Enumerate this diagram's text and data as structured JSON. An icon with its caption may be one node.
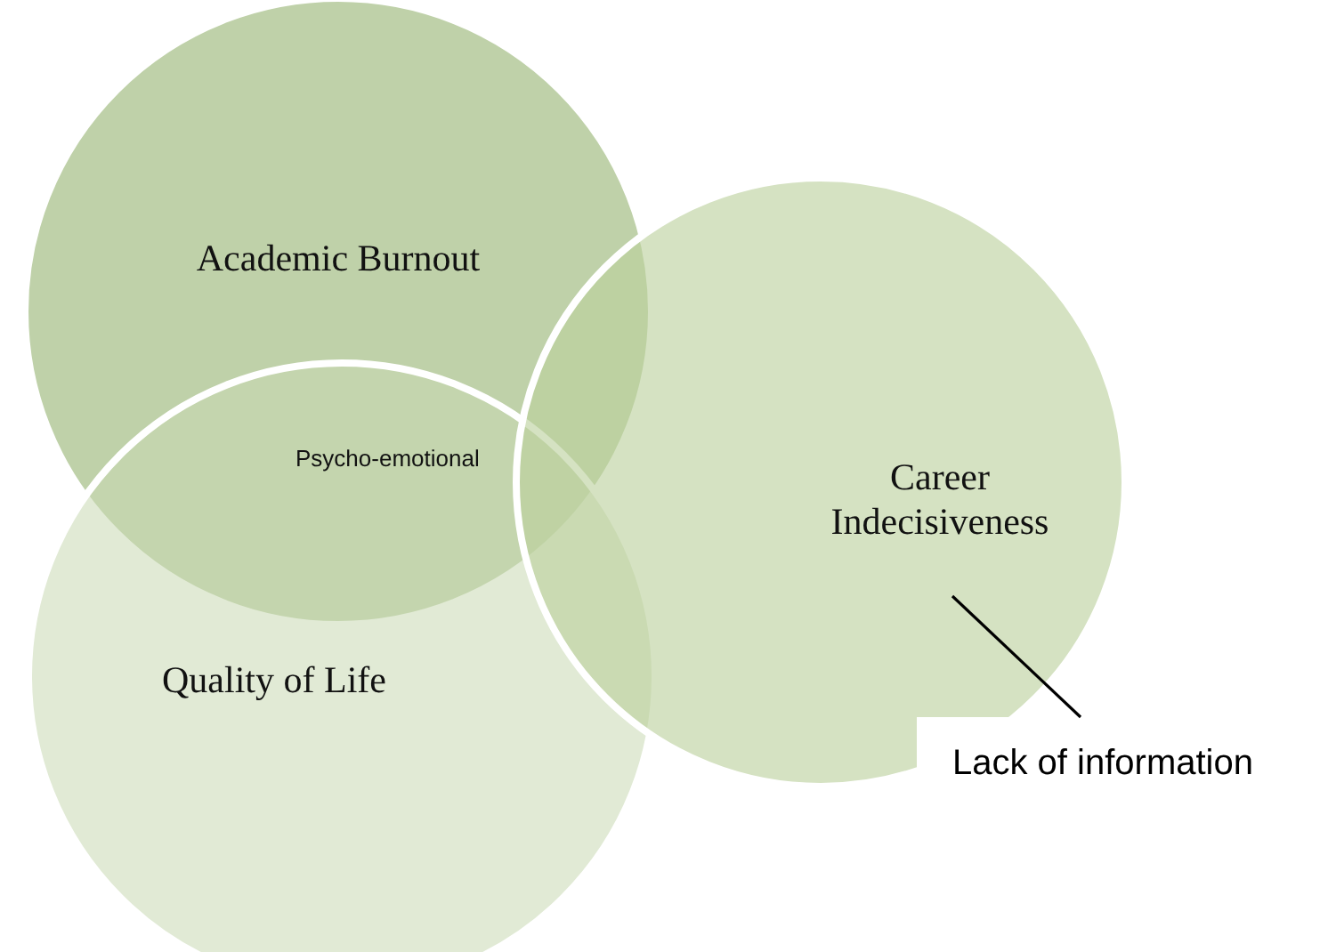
{
  "diagram": {
    "nodes": [
      {
        "text": [
          "Academic Burnout"
        ]
      },
      {
        "text": [
          "Quality of Life"
        ]
      },
      {
        "text": [
          "Career Indecisiveness"
        ]
      },
      {
        "text": [
          "Lack of information"
        ]
      }
    ],
    "edges": [
      {
        "from": 3,
        "to": 2,
        "arrow": "none"
      }
    ],
    "labels": [
      "Psycho-emotional"
    ]
  }
}
